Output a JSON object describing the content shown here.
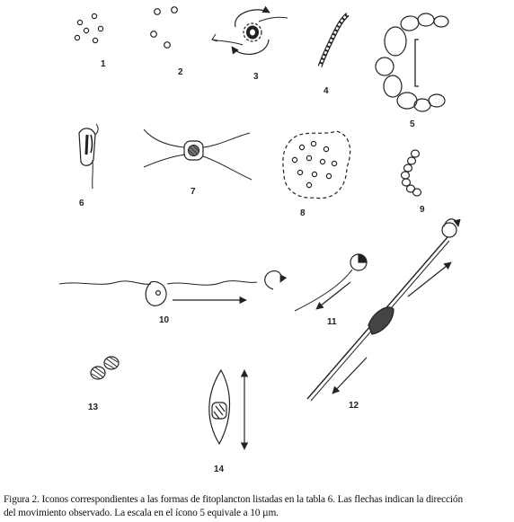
{
  "icons": [
    {
      "number": "1"
    },
    {
      "number": "2"
    },
    {
      "number": "3"
    },
    {
      "number": "4"
    },
    {
      "number": "5"
    },
    {
      "number": "6"
    },
    {
      "number": "7"
    },
    {
      "number": "8"
    },
    {
      "number": "9"
    },
    {
      "number": "10"
    },
    {
      "number": "11"
    },
    {
      "number": "12"
    },
    {
      "number": "13"
    },
    {
      "number": "14"
    }
  ],
  "caption": {
    "line1": "Figura 2. Iconos correspondientes a las formas de fitoplancton listadas en la tabla 6. Las flechas indican la dirección",
    "line2": "del movimiento observado. La escala en el ícono 5 equivale a 10 µm."
  }
}
